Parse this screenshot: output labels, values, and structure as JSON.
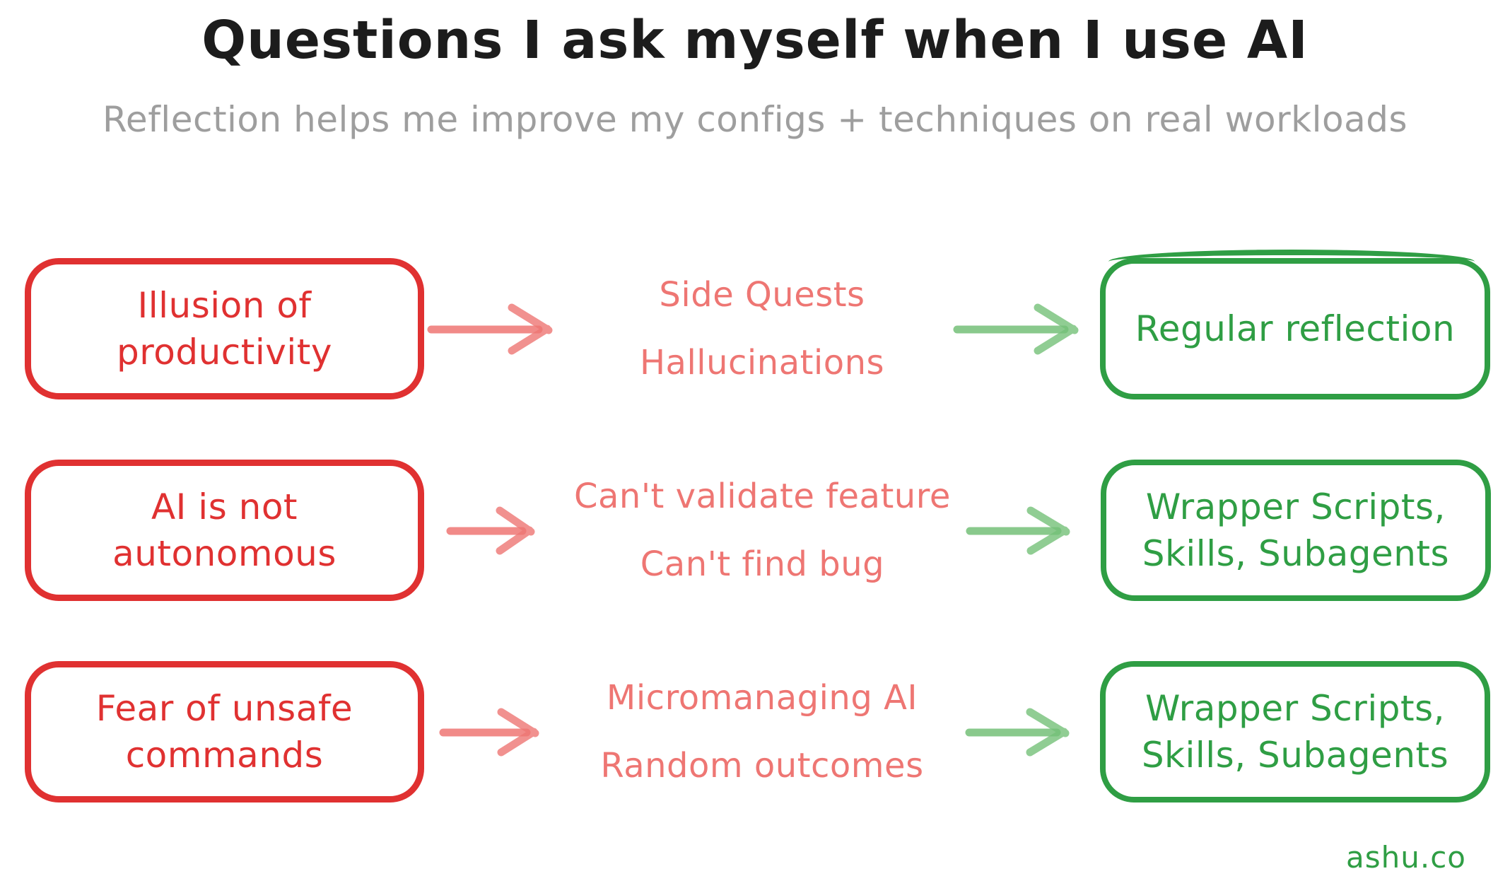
{
  "header": {
    "title": "Questions I ask myself when I use AI",
    "subtitle": "Reflection helps me improve my configs + techniques on real workloads"
  },
  "colors": {
    "problem_red": "#e03131",
    "symptom_salmon": "#ee7673",
    "solution_green": "#2f9e44",
    "arrow_green": "#74c078",
    "subtitle_gray": "#9e9e9e",
    "title_ink": "#1c1c1c"
  },
  "icons": {
    "red_arrow": "hand-drawn right arrow, salmon",
    "green_arrow": "hand-drawn right arrow, light green"
  },
  "rows": [
    {
      "problem_line1": "Illusion of",
      "problem_line2": "productivity",
      "symptom_line1": "Side Quests",
      "symptom_line2": "Hallucinations",
      "solution_line1": "Regular reflection",
      "solution_line2": ""
    },
    {
      "problem_line1": "AI is not",
      "problem_line2": "autonomous",
      "symptom_line1": "Can't validate feature",
      "symptom_line2": "Can't find bug",
      "solution_line1": "Wrapper Scripts,",
      "solution_line2": "Skills, Subagents"
    },
    {
      "problem_line1": "Fear of unsafe",
      "problem_line2": "commands",
      "symptom_line1": "Micromanaging AI",
      "symptom_line2": "Random outcomes",
      "solution_line1": "Wrapper Scripts,",
      "solution_line2": "Skills, Subagents"
    }
  ],
  "footer": {
    "watermark": "ashu.co"
  }
}
